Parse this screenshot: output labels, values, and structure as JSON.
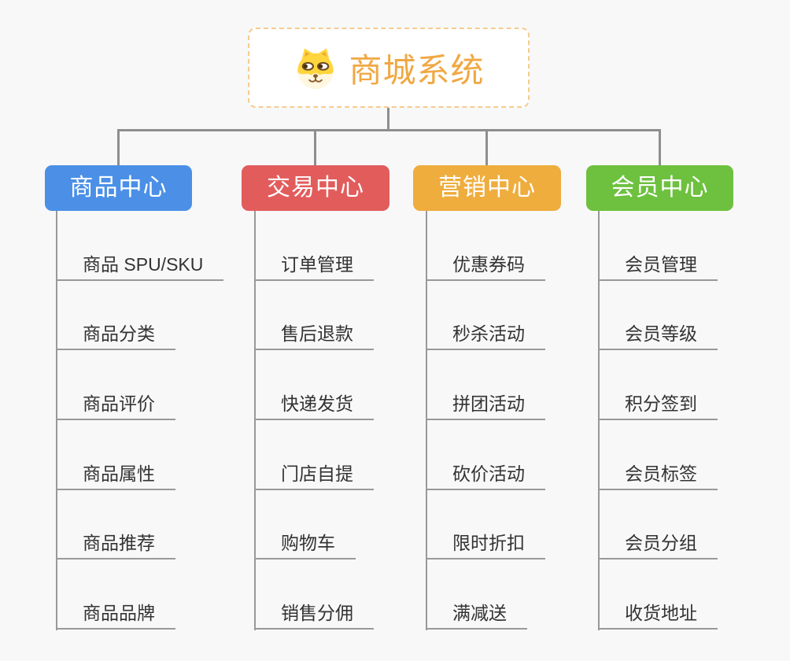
{
  "app": {
    "background_color": "#f8f8f8",
    "connector_color": "#8e8e8e",
    "leaf_line_color": "#999999",
    "leaf_text_color": "#333333"
  },
  "root": {
    "title": "商城系统",
    "icon": "dog-face",
    "text_color": "#f0a843",
    "border_color": "#f6cb8f"
  },
  "branches": [
    {
      "label": "商品中心",
      "color": "#4b90e6",
      "children": [
        "商品 SPU/SKU",
        "商品分类",
        "商品评价",
        "商品属性",
        "商品推荐",
        "商品品牌"
      ]
    },
    {
      "label": "交易中心",
      "color": "#e25c5c",
      "children": [
        "订单管理",
        "售后退款",
        "快递发货",
        "门店自提",
        "购物车",
        "销售分佣"
      ]
    },
    {
      "label": "营销中心",
      "color": "#efad3e",
      "children": [
        "优惠券码",
        "秒杀活动",
        "拼团活动",
        "砍价活动",
        "限时折扣",
        "满减送"
      ]
    },
    {
      "label": "会员中心",
      "color": "#6ec13f",
      "children": [
        "会员管理",
        "会员等级",
        "积分签到",
        "会员标签",
        "会员分组",
        "收货地址"
      ]
    }
  ]
}
